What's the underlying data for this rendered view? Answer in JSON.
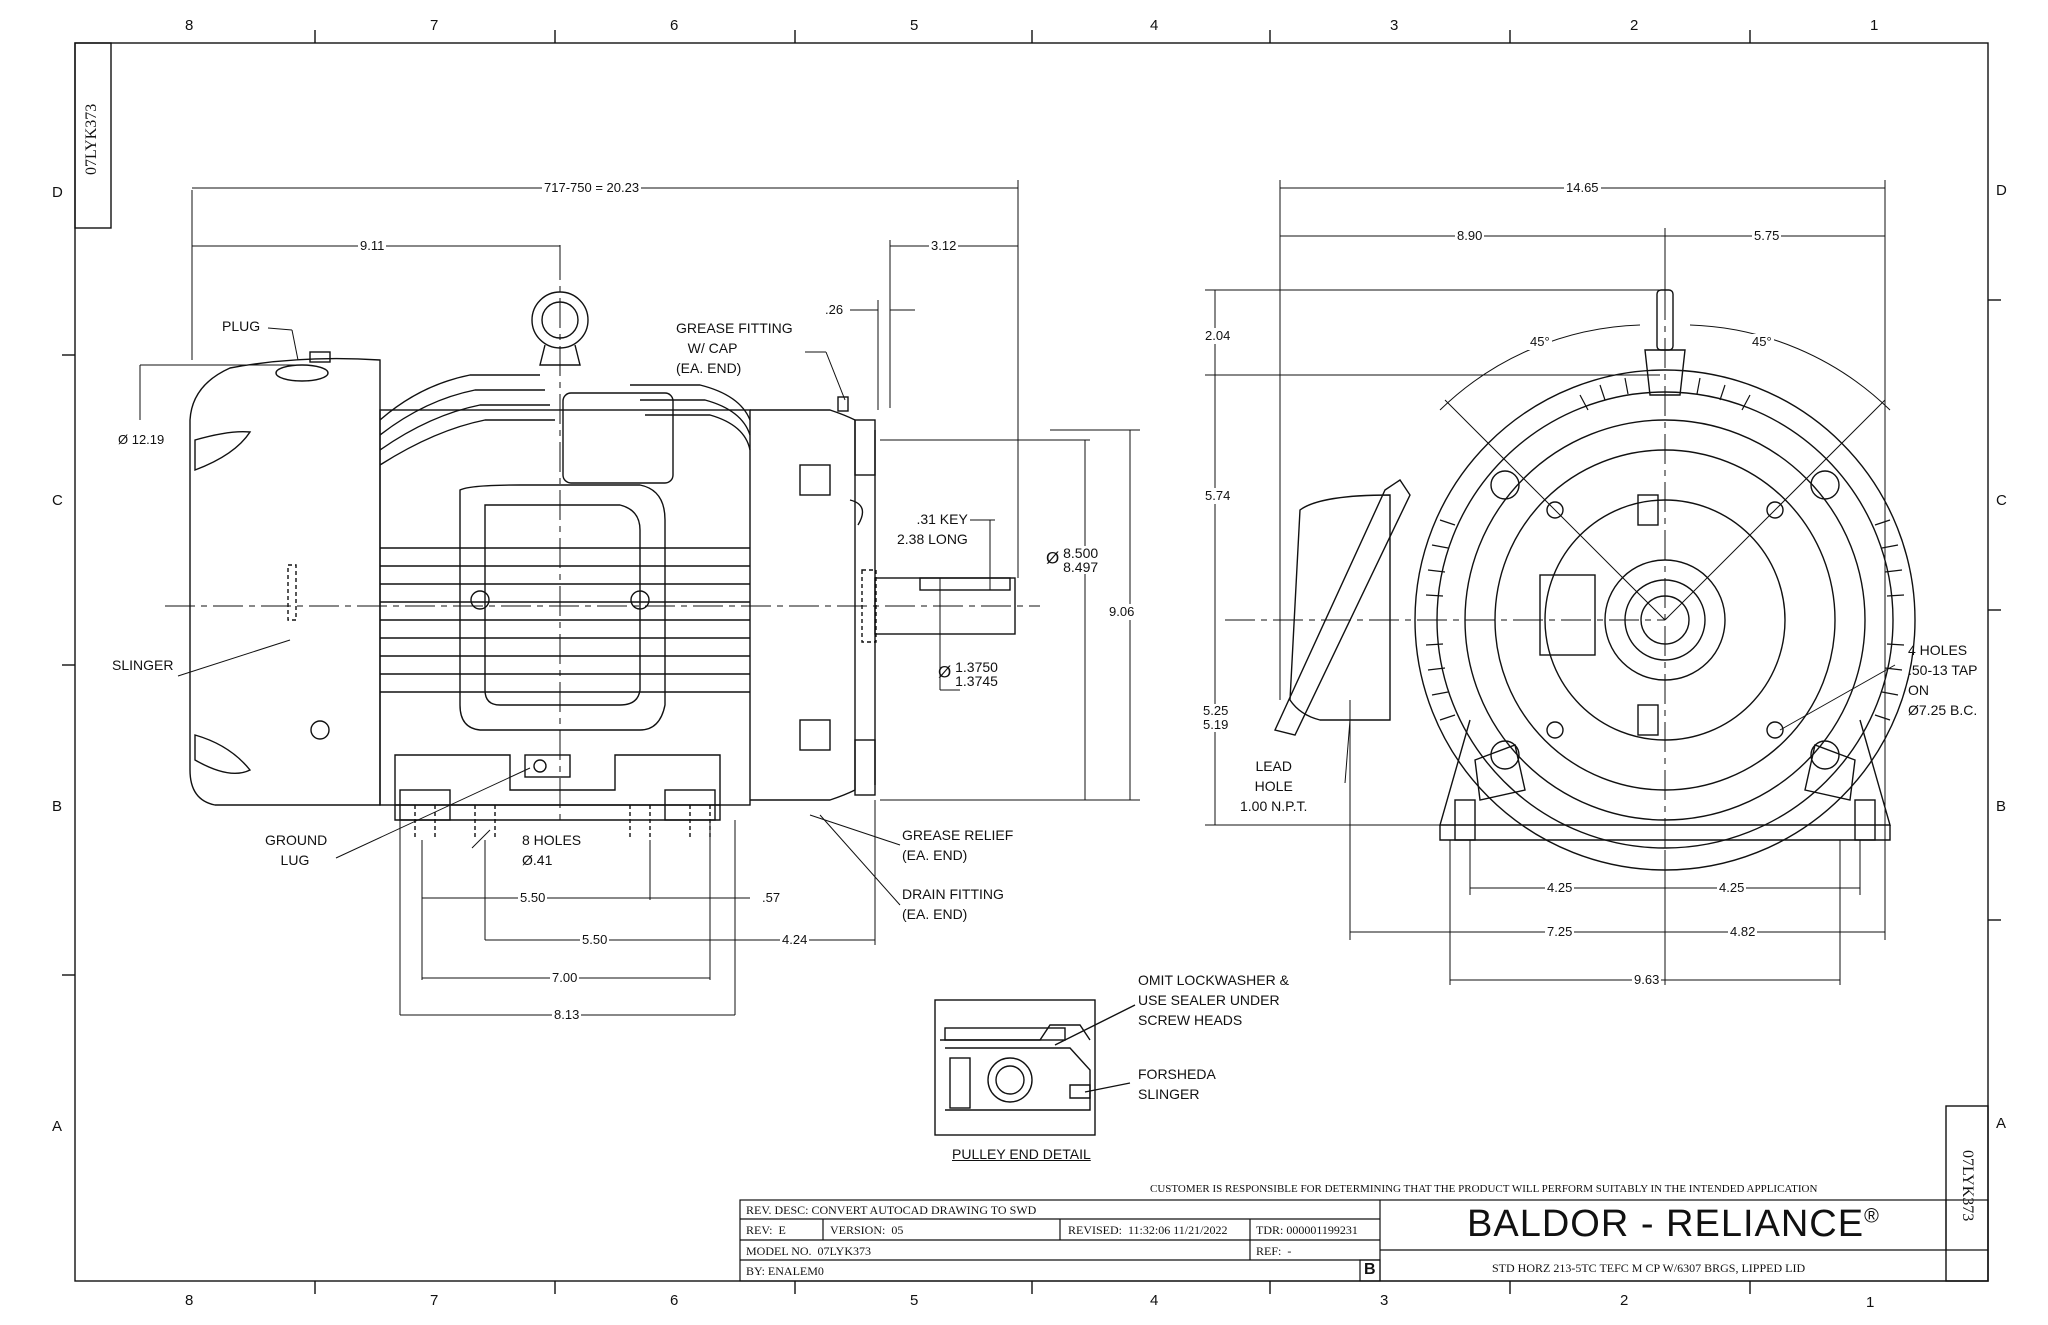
{
  "drawing_id": "07LYK373",
  "zones": {
    "top": [
      "8",
      "7",
      "6",
      "5",
      "4",
      "3",
      "2",
      "1"
    ],
    "bottom": [
      "8",
      "7",
      "6",
      "5",
      "4",
      "3",
      "2",
      "1"
    ],
    "left": [
      "D",
      "C",
      "B",
      "A"
    ],
    "right": [
      "D",
      "C",
      "B",
      "A"
    ]
  },
  "side_view": {
    "overall_length": "717-750 = 20.23",
    "dim_9_11": "9.11",
    "dim_3_12": "3.12",
    "dim_26": ".26",
    "dia_12_19": "Ø 12.19",
    "plug_label": "PLUG",
    "slinger_label": "SLINGER",
    "grease_fitting_label": "GREASE FITTING\n   W/ CAP\n(EA. END)",
    "key_label": ".31 KEY\n2.38 LONG",
    "shaft_dia_symbol": "Ø",
    "shaft_dia_max": "1.3750",
    "shaft_dia_min": "1.3745",
    "pilot_dia_symbol": "Ø",
    "pilot_dia_max": "8.500",
    "pilot_dia_min": "8.497",
    "height_9_06": "9.06",
    "ground_lug_label": "GROUND\n    LUG",
    "holes_label": "8 HOLES\nØ.41",
    "grease_relief_label": "GREASE RELIEF\n(EA. END)",
    "drain_fitting_label": "DRAIN FITTING\n(EA. END)",
    "dim_5_50_a": "5.50",
    "dim_57": ".57",
    "dim_5_50_b": "5.50",
    "dim_4_24": "4.24",
    "dim_7_00": "7.00",
    "dim_8_13": "8.13"
  },
  "end_view": {
    "width_14_65": "14.65",
    "dim_8_90": "8.90",
    "dim_5_75": "5.75",
    "dim_2_04": "2.04",
    "dim_5_74": "5.74",
    "dim_5_25": "5.25",
    "dim_5_19": "5.19",
    "angle_left": "45°",
    "angle_right": "45°",
    "lead_hole_label": "LEAD\nHOLE\n1.00 N.P.T.",
    "tap_holes_label": "4 HOLES\n.50-13 TAP\nON\nØ7.25 B.C.",
    "dim_4_25_a": "4.25",
    "dim_4_25_b": "4.25",
    "dim_7_25": "7.25",
    "dim_4_82": "4.82",
    "dim_9_63": "9.63"
  },
  "detail": {
    "note_lockwasher": "OMIT LOCKWASHER &\nUSE SEALER UNDER\nSCREW HEADS",
    "note_slinger": "FORSHEDA\nSLINGER",
    "title": "PULLEY END DETAIL"
  },
  "title_block": {
    "disclaimer": "CUSTOMER IS RESPONSIBLE FOR DETERMINING THAT THE PRODUCT WILL PERFORM SUITABLY IN THE INTENDED APPLICATION",
    "rev_desc": "REV. DESC: CONVERT AUTOCAD DRAWING TO SWD",
    "rev": "REV:  E",
    "version": "VERSION:  05",
    "revised": "REVISED:  11:32:06 11/21/2022",
    "tdr": "TDR: 000001199231",
    "model_no": "MODEL NO.  07LYK373",
    "ref": "REF:  -",
    "by": "BY: ENALEM0",
    "size": "B",
    "brand": "BALDOR - RELIANCE",
    "brand_mark": "®",
    "description": "STD HORZ 213-5TC TEFC M CP W/6307 BRGS, LIPPED LID"
  }
}
